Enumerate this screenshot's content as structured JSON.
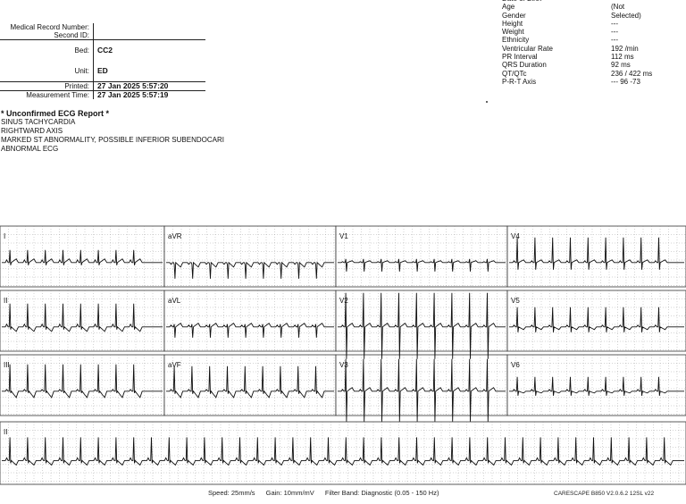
{
  "patient_info": {
    "rows": [
      {
        "label": "Medical Record Number:",
        "value": ""
      },
      {
        "label": "Second ID:",
        "value": ""
      },
      {
        "label": "Bed:",
        "value": "CC2"
      },
      {
        "label": "Unit:",
        "value": "ED"
      },
      {
        "label": "Printed:",
        "value": "27 Jan 2025 5:57:20"
      },
      {
        "label": "Measurement Time:",
        "value": "27 Jan 2025 5:57:19"
      }
    ]
  },
  "report": {
    "header": "* Unconfirmed ECG Report *",
    "lines": [
      "SINUS TACHYCARDIA",
      "RIGHTWARD AXIS",
      "MARKED ST ABNORMALITY, POSSIBLE INFERIOR SUBENDOCARI",
      "ABNORMAL ECG"
    ]
  },
  "demographics": [
    {
      "label": "Date of Birth",
      "value": "---"
    },
    {
      "label": "Age",
      "value": "(Not"
    },
    {
      "label": "Gender",
      "value": "Selected)"
    },
    {
      "label": "Height",
      "value": "---"
    },
    {
      "label": "Weight",
      "value": "---"
    },
    {
      "label": "Ethnicity",
      "value": "---"
    },
    {
      "label": "Ventricular Rate",
      "value": "192 /min"
    },
    {
      "label": "PR Interval",
      "value": "112 ms"
    },
    {
      "label": "QRS Duration",
      "value": "92 ms"
    },
    {
      "label": "QT/QTc",
      "value": "236 / 422 ms"
    },
    {
      "label": "P-R-T Axis",
      "value": "--- 96 -73"
    }
  ],
  "leads": {
    "row1": [
      "I",
      "aVR",
      "V1",
      "V4"
    ],
    "row2": [
      "II",
      "aVL",
      "V2",
      "V5"
    ],
    "row3": [
      "III",
      "aVF",
      "V3",
      "V6"
    ],
    "rhythm": "II"
  },
  "footer": {
    "speed": "Speed: 25mm/s",
    "gain": "Gain: 10mm/mV",
    "filter": "Filter Band: Diagnostic (0.05 - 150 Hz)",
    "device": "CARESCAPE B850 V2.0.6.2 12SL v22"
  }
}
